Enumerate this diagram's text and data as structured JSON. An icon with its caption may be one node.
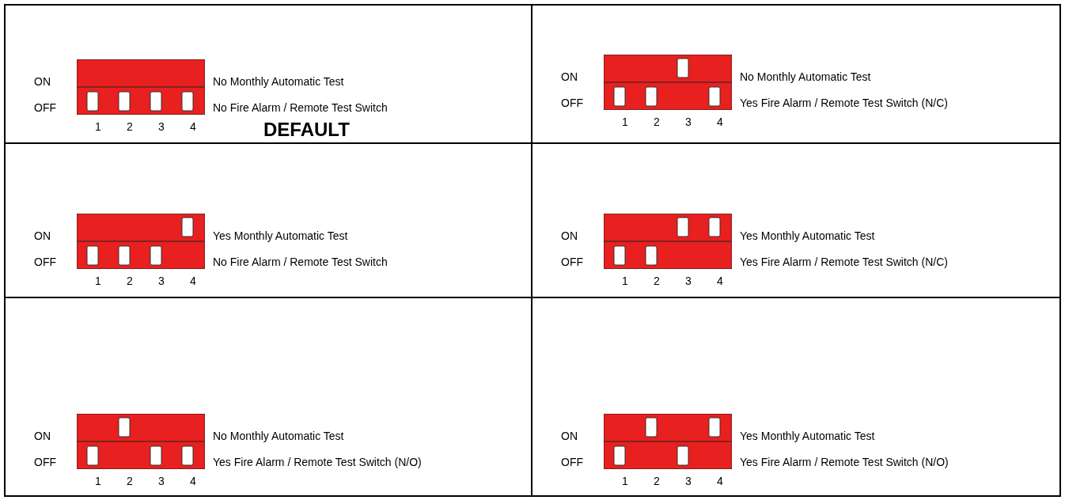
{
  "diagram": {
    "labels": [
      "ON",
      "No Monthly Automatic Test",
      "OFF",
      "No Fire Alarm / Remote Test Switch",
      "1",
      "2",
      "3",
      "4",
      "DEFAULT",
      "ON",
      "No Monthly Automatic Test",
      "OFF",
      "Yes Fire Alarm / Remote Test Switch (N/C)",
      "1",
      "2",
      "3",
      "4",
      "ON",
      "Yes Monthly Automatic Test",
      "OFF",
      "No Fire Alarm / Remote Test Switch",
      "1",
      "2",
      "3",
      "4",
      "ON",
      "Yes Monthly Automatic Test",
      "OFF",
      "Yes Fire Alarm / Remote Test Switch (N/C)",
      "1",
      "2",
      "3",
      "4",
      "ON",
      "No Monthly Automatic Test",
      "OFF",
      "Yes Fire Alarm / Remote Test Switch (N/O)",
      "1",
      "2",
      "3",
      "4",
      "ON",
      "Yes Monthly Automatic Test",
      "OFF",
      "Yes Fire Alarm / Remote Test Switch (N/O)",
      "1",
      "2",
      "3",
      "4"
    ]
  }
}
